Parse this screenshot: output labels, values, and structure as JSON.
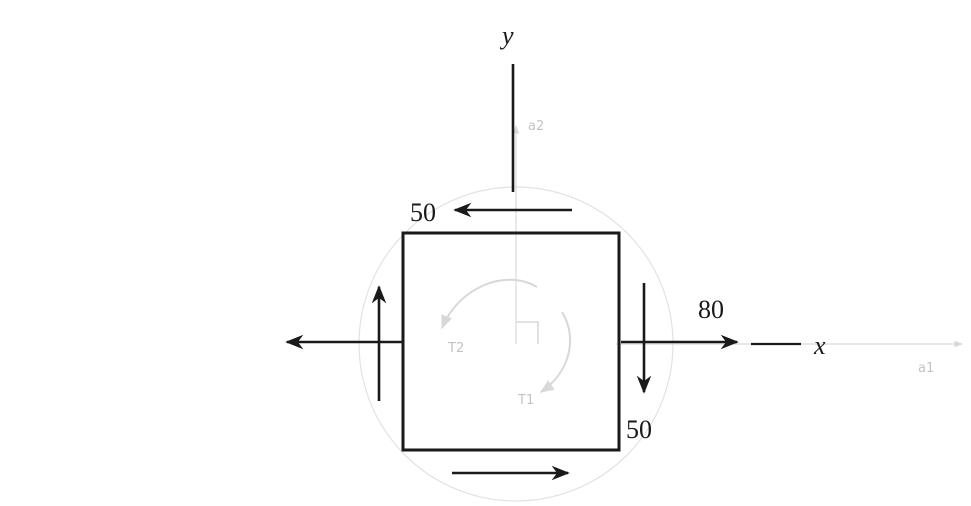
{
  "labels": {
    "y_axis": "y",
    "x_axis": "x",
    "top_shear": "50",
    "normal_x": "80",
    "right_shear": "50",
    "a1": "a1",
    "a2": "a2",
    "t1": "T1",
    "t2": "T2"
  },
  "colors": {
    "ink": "#1a1a1a",
    "sketch": "#cfcfcf",
    "sketch_text": "#bdbdbd",
    "background": "#ffffff"
  }
}
